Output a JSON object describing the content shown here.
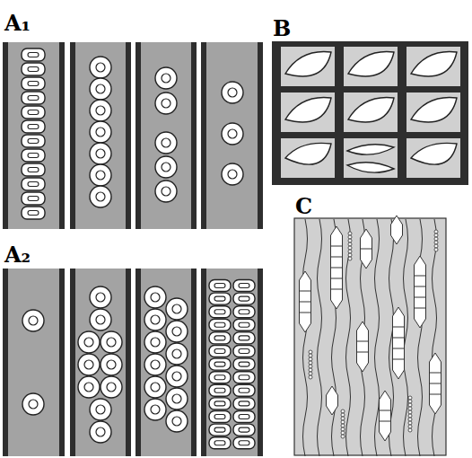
{
  "diagram": {
    "labels": [
      "A₁",
      "A₂",
      "B",
      "C"
    ]
  }
}
